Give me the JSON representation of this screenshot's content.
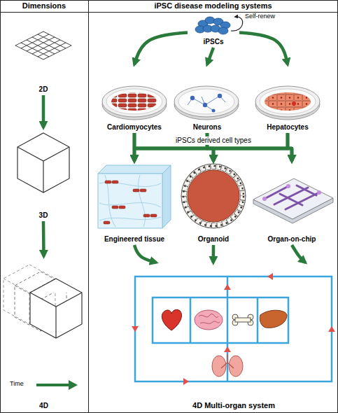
{
  "diagram": {
    "nodes": [
      {
        "text": [
          "Dimensions"
        ]
      },
      {
        "text": [
          "iPSC disease modeling systems"
        ]
      },
      {
        "text": [
          "2D"
        ],
        "in": 0
      },
      {
        "text": [
          "3D"
        ],
        "in": 0
      },
      {
        "text": [
          "4D"
        ],
        "in": 0
      },
      {
        "text": [
          "iPSCs"
        ],
        "in": 1
      },
      {
        "text": [
          "Cardiomyocytes"
        ],
        "in": 1
      },
      {
        "text": [
          "Neurons"
        ],
        "in": 1
      },
      {
        "text": [
          "Hepatocytes"
        ],
        "in": 1
      },
      {
        "text": [
          "Engineered tissue"
        ],
        "in": 1
      },
      {
        "text": [
          "Organoid"
        ],
        "in": 1
      },
      {
        "text": [
          "Organ-on-chip"
        ],
        "in": 1
      },
      {
        "text": [
          "4D Multi-organ system"
        ],
        "in": 1
      }
    ],
    "edges": [
      {
        "from": 2,
        "to": 3,
        "arrow": "to"
      },
      {
        "from": 3,
        "to": 4,
        "arrow": "to"
      },
      {
        "from": 5,
        "to": 6,
        "arrow": "to"
      },
      {
        "from": 5,
        "to": 7,
        "arrow": "to"
      },
      {
        "from": 5,
        "to": 8,
        "arrow": "to"
      },
      {
        "from": 6,
        "to": 9,
        "arrow": "to"
      },
      {
        "from": 6,
        "to": 10,
        "arrow": "to"
      },
      {
        "from": 6,
        "to": 11,
        "arrow": "to"
      },
      {
        "from": 7,
        "to": 9,
        "arrow": "to"
      },
      {
        "from": 7,
        "to": 10,
        "arrow": "to"
      },
      {
        "from": 7,
        "to": 11,
        "arrow": "to"
      },
      {
        "from": 8,
        "to": 9,
        "arrow": "to"
      },
      {
        "from": 8,
        "to": 10,
        "arrow": "to"
      },
      {
        "from": 8,
        "to": 11,
        "arrow": "to"
      },
      {
        "from": 9,
        "to": 12,
        "arrow": "to"
      },
      {
        "from": 10,
        "to": 12,
        "arrow": "to"
      },
      {
        "from": 11,
        "to": 12,
        "arrow": "to"
      }
    ],
    "labels": [
      "Self-renew",
      "iPSCs derived cell types",
      "Time"
    ]
  }
}
